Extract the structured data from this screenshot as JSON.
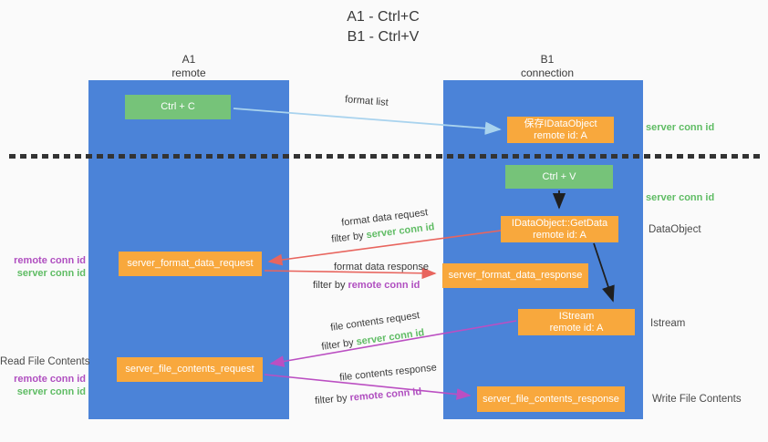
{
  "title": {
    "line1": "A1 - Ctrl+C",
    "line2": "B1 - Ctrl+V"
  },
  "lanes": {
    "left": {
      "title": "A1",
      "subtitle": "remote"
    },
    "right": {
      "title": "B1",
      "subtitle": "connection"
    }
  },
  "nodes": {
    "ctrl_c": {
      "label": "Ctrl + C"
    },
    "ctrl_v": {
      "label": "Ctrl + V"
    },
    "save_dataobject": {
      "line1": "保存IDataObject",
      "line2": "remote id: A"
    },
    "getdata": {
      "line1": "IDataObject::GetData",
      "line2": "remote id: A"
    },
    "format_request": {
      "label": "server_format_data_request"
    },
    "format_response": {
      "label": "server_format_data_response"
    },
    "istream": {
      "line1": "IStream",
      "line2": "remote id: A"
    },
    "file_request": {
      "label": "server_file_contents_request"
    },
    "file_response": {
      "label": "server_file_contents_response"
    }
  },
  "arrow_labels": {
    "format_list": "format list",
    "format_data_request": "format data request",
    "format_data_response": "format data response",
    "file_contents_request": "file contents request",
    "file_contents_response": "file contents response",
    "filter_by": "filter by"
  },
  "shared": {
    "server_conn_id": "server conn id",
    "remote_conn_id": "remote conn id"
  },
  "side_labels": {
    "dataobject": "DataObject",
    "istream": "Istream",
    "read_file_contents": "Read File Contents",
    "write_file_contents": "Write File Contents"
  },
  "colors": {
    "lane_blue": "#4b83d8",
    "box_green": "#76c379",
    "box_orange": "#f8a83d",
    "arrow_blue": "#a9d3ee",
    "arrow_black": "#1f1f1f",
    "arrow_red": "#e8655e",
    "arrow_magenta": "#bb4fc2",
    "text_green": "#5fbc64",
    "text_purple": "#b04fc0",
    "text_gray": "#4a4a4a"
  }
}
